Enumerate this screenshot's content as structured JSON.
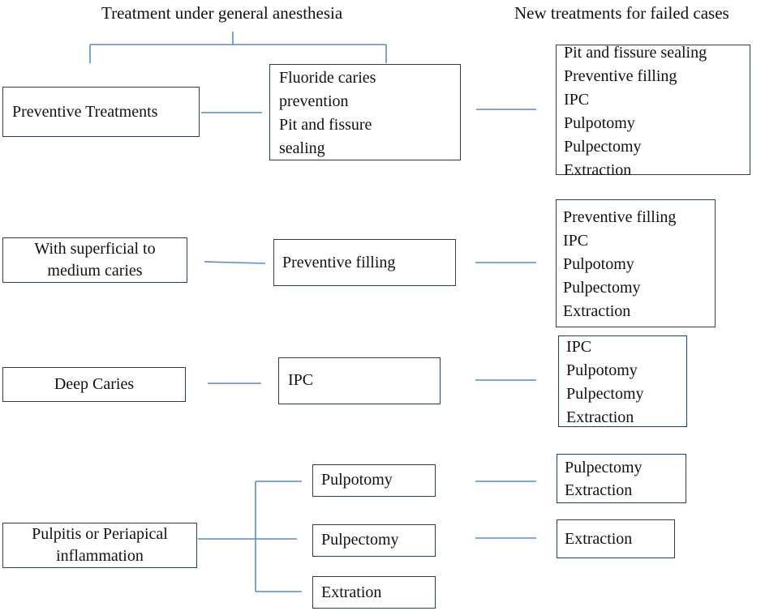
{
  "headers": {
    "left": "Treatment under general anesthesia",
    "right": "New treatments for failed cases"
  },
  "rows": {
    "preventive": {
      "category": "Preventive Treatments",
      "treatment": [
        "Fluoride  caries",
        "prevention",
        "Pit and fissure",
        "sealing"
      ],
      "failed": [
        "Pit and fissure sealing",
        "Preventive filling",
        "IPC",
        "Pulpotomy",
        "Pulpectomy",
        "Extraction"
      ]
    },
    "superficial": {
      "category": [
        "With superficial to",
        "medium caries"
      ],
      "treatment": "Preventive  filling",
      "failed": [
        "Preventive  filling",
        "IPC",
        "Pulpotomy",
        "Pulpectomy",
        "Extraction"
      ]
    },
    "deep": {
      "category": "Deep Caries",
      "treatment": "IPC",
      "failed": [
        "IPC",
        "Pulpotomy",
        "Pulpectomy",
        "Extraction"
      ]
    },
    "pulpitis": {
      "category": [
        "Pulpitis or Periapical",
        "inflammation"
      ],
      "treatments": [
        "Pulpotomy",
        "Pulpectomy",
        "Extration"
      ],
      "failed_pulpotomy": [
        "Pulpectomy",
        "Extraction"
      ],
      "failed_pulpectomy": "Extraction"
    }
  },
  "colors": {
    "connector": "#5b8cc6",
    "box_border": "#2d3a4f"
  }
}
